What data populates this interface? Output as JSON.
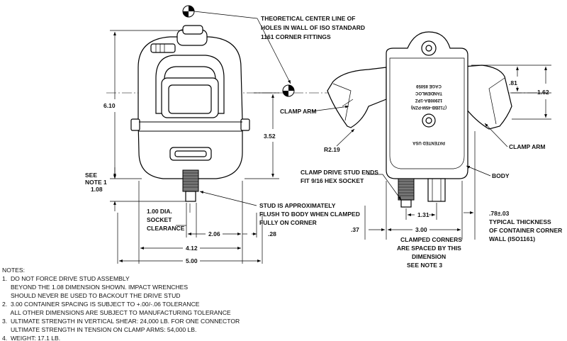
{
  "callouts": {
    "centerline": [
      "THEORETICAL CENTER LINE OF",
      "HOLES IN WALL OF ISO STANDARD",
      "1161 CORNER FITTINGS"
    ],
    "clamp_arm_left": "CLAMP ARM",
    "clamp_arm_right": "CLAMP ARM",
    "radius": "R2.19",
    "drive_stud": [
      "CLAMP DRIVE STUD ENDS",
      "FIT 9/16 HEX SOCKET"
    ],
    "body": "BODY",
    "stud_flush": [
      "STUD IS APPROXIMATELY",
      "FLUSH TO BODY WHEN CLAMPED",
      "FULLY ON CORNER"
    ],
    "socket_clearance": [
      "1.00 DIA.",
      "SOCKET",
      "CLEARANCE"
    ],
    "see_note_1": [
      "SEE",
      "NOTE 1"
    ],
    "clamped_corners": [
      "CLAMPED CORNERS",
      "ARE SPACED BY THIS",
      "DIMENSION",
      "SEE NOTE 3"
    ],
    "wall_thickness": [
      ".78±.03",
      "TYPICAL THICKNESS",
      "OF CONTAINER CORNER",
      "WALL (ISO1161)"
    ]
  },
  "body_markings": {
    "line1": "(712BB-45M-PZN)",
    "line2": "12900BA-1PZ",
    "line3": "TANDEMLOC",
    "line4": "CAGE 85059",
    "line5": "PATENTED USA"
  },
  "dimensions": {
    "height_total": "6.10",
    "height_mid": "3.52",
    "stud": "1.08",
    "d_206": "2.06",
    "d_028": ".28",
    "d_412": "4.12",
    "d_500": "5.00",
    "d_081": ".81",
    "d_162": "1.62",
    "d_037": ".37",
    "d_131": "1.31",
    "d_300": "3.00"
  },
  "notes": {
    "heading": "NOTES:",
    "lines": [
      "1.  DO NOT FORCE DRIVE STUD ASSEMBLY",
      "     BEYOND THE 1.08 DIMENSION SHOWN. IMPACT WRENCHES",
      "     SHOULD NEVER BE USED TO BACKOUT THE DRIVE STUD",
      "2.  3.00 CONTAINER SPACING IS SUBJECT TO +.00/-.06 TOLERANCE",
      "     ALL OTHER DIMENSIONS ARE SUBJECT TO MANUFACTURING TOLERANCE",
      "3.  ULTIMATE STRENGTH IN VERTICAL SHEAR: 24,000 LB. FOR ONE CONNECTOR",
      "     ULTIMATE STRENGTH IN TENSION ON CLAMP ARMS: 54,000 LB.",
      "4.  WEIGHT: 17.1 LB."
    ]
  }
}
